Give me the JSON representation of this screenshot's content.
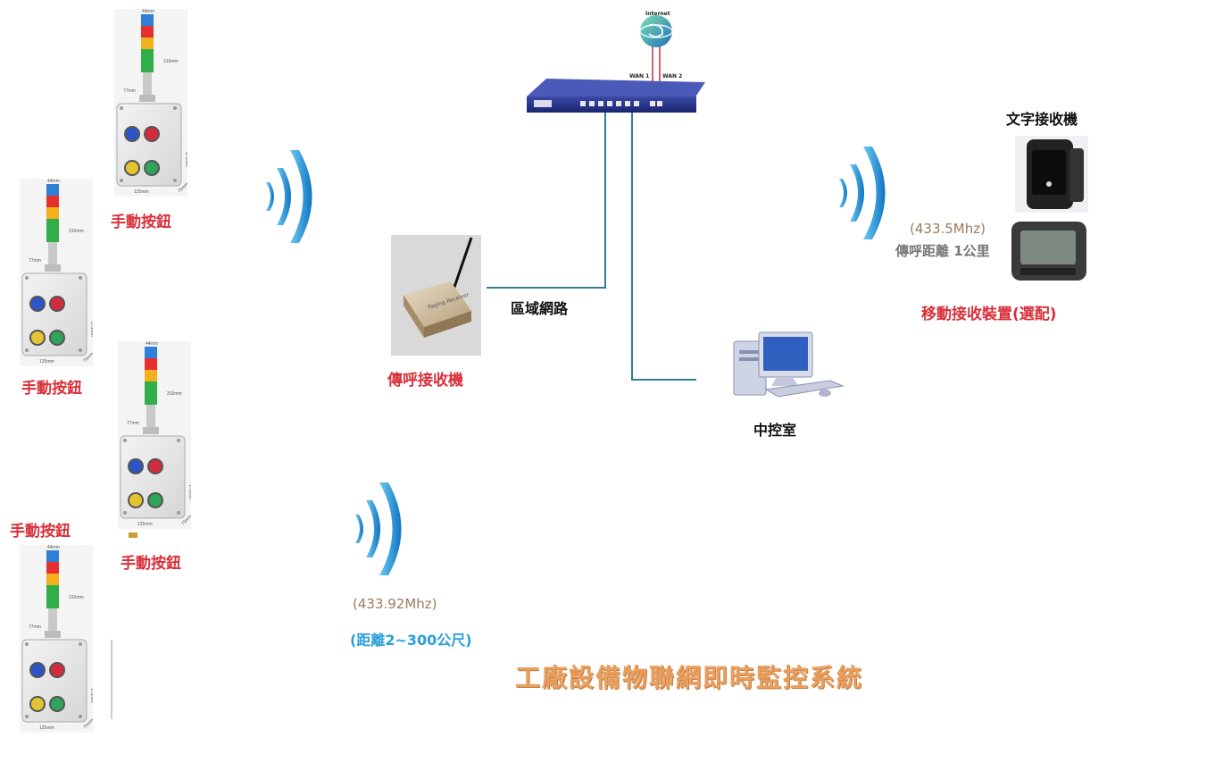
{
  "diagram": {
    "title": "工廠設備物聯網即時監控系統",
    "internet_label": "Internet",
    "wan1_label": "WAN 1",
    "wan2_label": "WAN 2",
    "lan_label": "區域網路",
    "receiver_label": "傳呼接收機",
    "control_room_label": "中控室",
    "text_receiver_label": "文字接收機",
    "mobile_freq": "(433.5Mhz)",
    "mobile_range": "傳呼距離 1公里",
    "mobile_label": "移動接收裝置(選配)",
    "button_freq": "(433.92Mhz)",
    "button_range": "(距離2~300公尺)",
    "stations": [
      {
        "label": "手動按鈕"
      },
      {
        "label": "手動按鈕"
      },
      {
        "label": "手動按鈕"
      },
      {
        "label": "手動按鈕"
      }
    ],
    "dimensions": {
      "top": "44mm",
      "height": "310mm",
      "neck": "77mm",
      "width": "125mm",
      "side": "175mm",
      "depth": "75mm"
    },
    "colors": {
      "label_red": "#d8303a",
      "wave_blue": "#1c8fd4",
      "router_blue": "#23318a",
      "line_teal": "#2e7f8f",
      "title_orange": "#e8a060"
    }
  }
}
